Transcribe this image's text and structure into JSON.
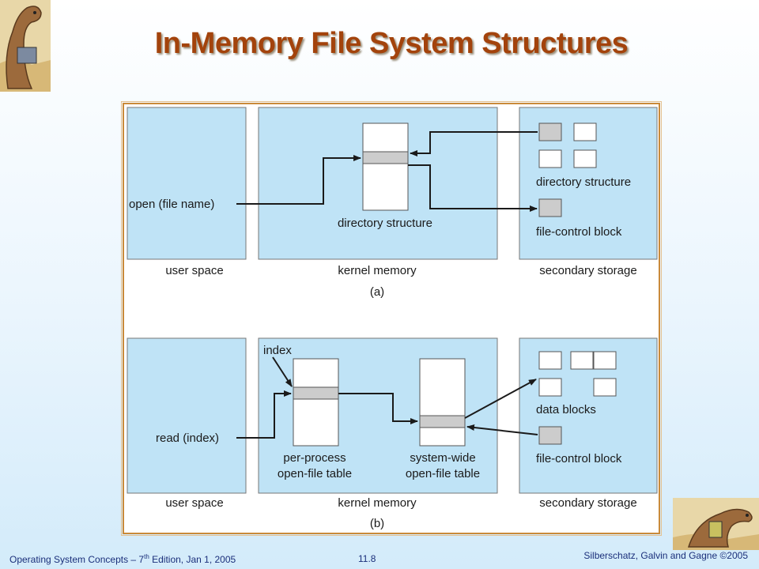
{
  "slide": {
    "title": "In-Memory File System Structures",
    "footer": {
      "book": "Operating System Concepts – 7",
      "book_sup": "th",
      "book_rest": " Edition, Jan 1, 2005",
      "page": "11.8",
      "authors": "Silberschatz, Galvin and Gagne ©2005"
    }
  },
  "diagram_a": {
    "call": "open (file name)",
    "kernel_label": "directory structure",
    "storage_dir_label": "directory structure",
    "storage_fcb_label": "file-control block",
    "space_user": "user space",
    "space_kernel": "kernel memory",
    "space_storage": "secondary storage",
    "caption": "(a)"
  },
  "diagram_b": {
    "index_label": "index",
    "call": "read (index)",
    "table1_line1": "per-process",
    "table1_line2": "open-file table",
    "table2_line1": "system-wide",
    "table2_line2": "open-file table",
    "storage_data_label": "data blocks",
    "storage_fcb_label": "file-control block",
    "space_user": "user space",
    "space_kernel": "kernel memory",
    "space_storage": "secondary storage",
    "caption": "(b)"
  },
  "colors": {
    "panel": "#bfe3f6",
    "block_gray": "#cccccc",
    "title": "#a3430c",
    "footer": "#1a2f7a"
  }
}
